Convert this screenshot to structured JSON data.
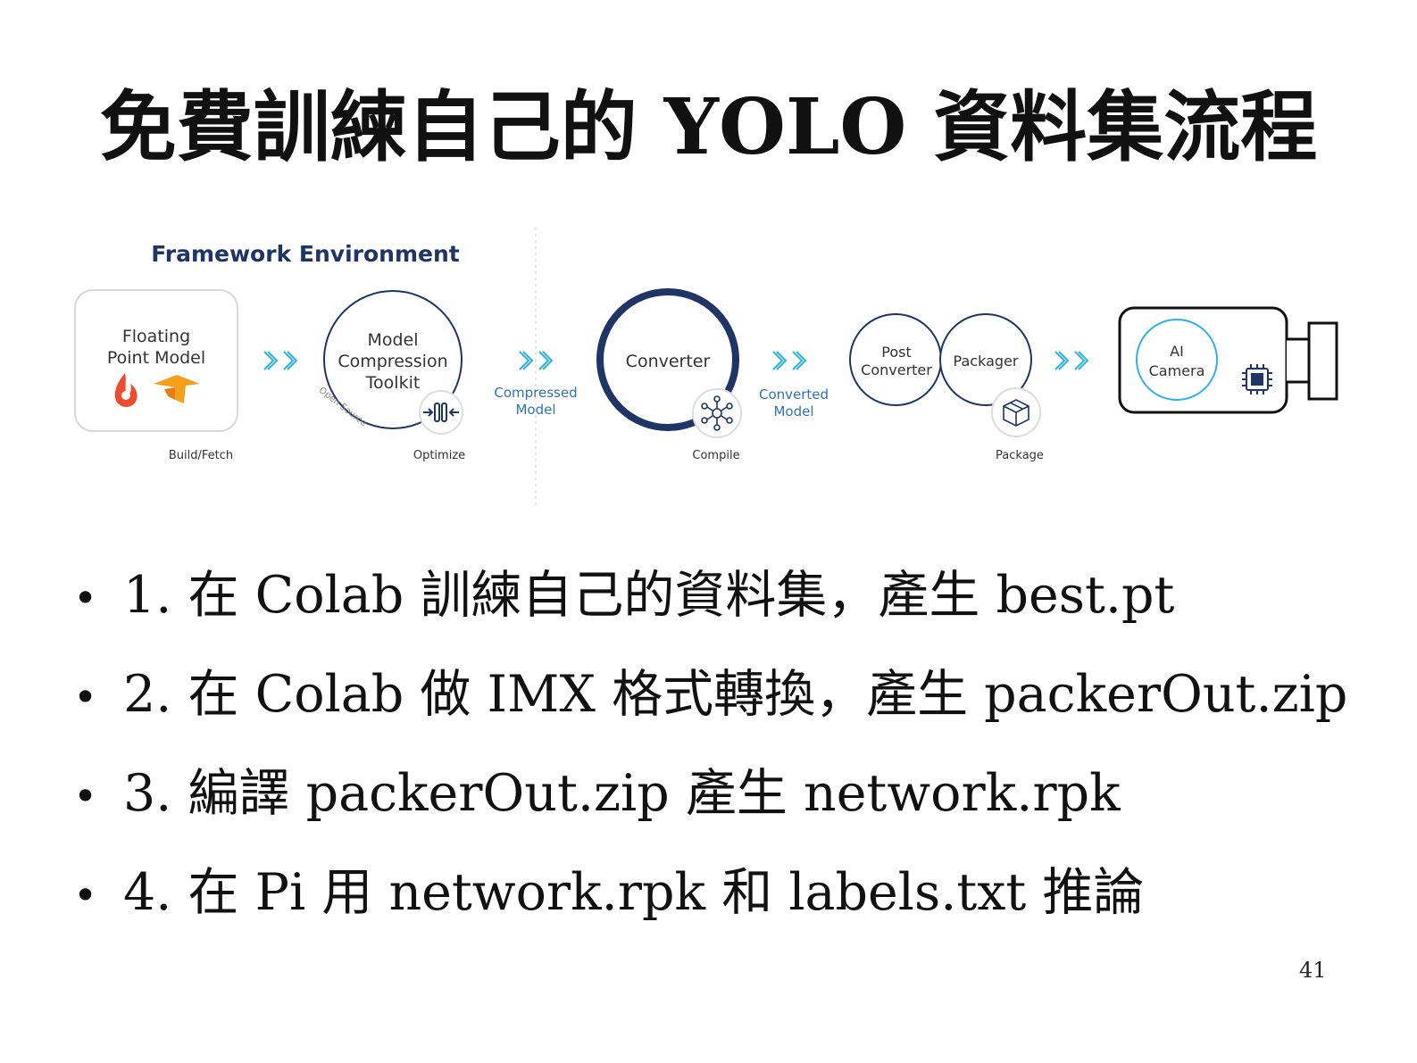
{
  "slide": {
    "title": "免費訓練自己的 YOLO 資料集流程",
    "page_number": "41"
  },
  "diagram": {
    "heading": "Framework Environment",
    "nodes": {
      "float_line1": "Floating",
      "float_line2": "Point Model",
      "mct_line1": "Model",
      "mct_line2": "Compression",
      "mct_line3": "Toolkit",
      "mct_arc": "Open Source",
      "converter": "Converter",
      "post_line1": "Post",
      "post_line2": "Converter",
      "packager": "Packager",
      "camera_line1": "AI",
      "camera_line2": "Camera"
    },
    "flow_labels": {
      "compressed_line1": "Compressed",
      "compressed_line2": "Model",
      "converted_line1": "Converted",
      "converted_line2": "Model"
    },
    "step_labels": {
      "build": "Build/Fetch",
      "optimize": "Optimize",
      "compile": "Compile",
      "package": "Package"
    },
    "colors": {
      "navy": "#1f3566",
      "blue_text": "#2f73b8",
      "cyan": "#2bb3e8",
      "gray_text": "#444444"
    }
  },
  "bullets": [
    "1. 在 Colab 訓練自己的資料集，產生 best.pt",
    "2. 在 Colab 做 IMX 格式轉換，產生 packerOut.zip",
    "3. 編譯 packerOut.zip 產生 network.rpk",
    "4. 在 Pi 用 network.rpk 和 labels.txt 推論"
  ]
}
